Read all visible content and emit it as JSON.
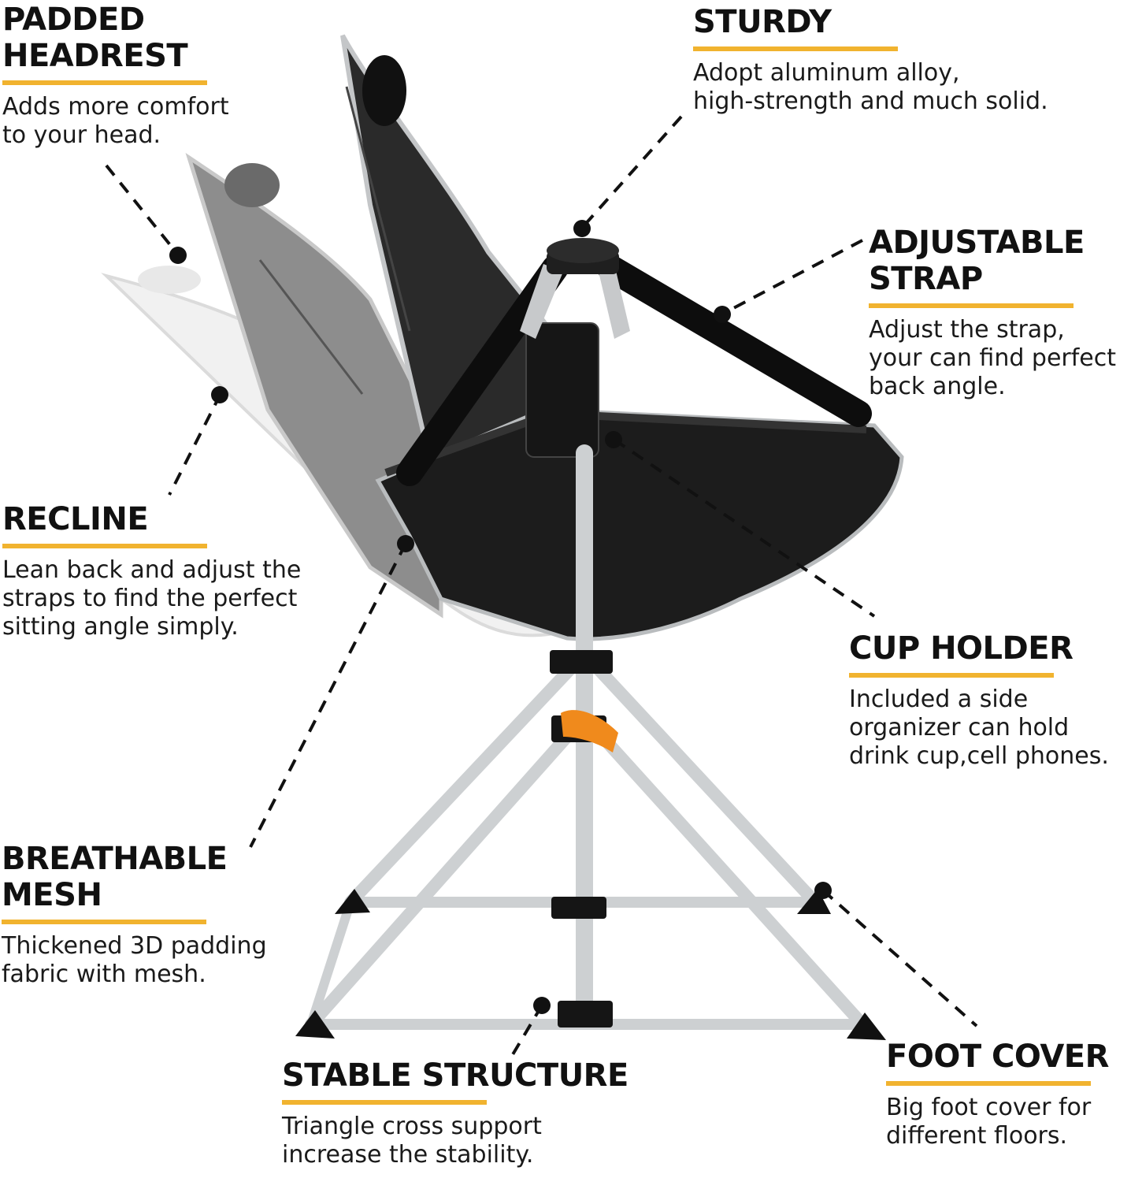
{
  "features": {
    "headrest": {
      "title": "PADDED\nHEADREST",
      "desc": "Adds more comfort\nto your head."
    },
    "sturdy": {
      "title": "STURDY",
      "desc": "Adopt  aluminum alloy,\nhigh-strength and much solid."
    },
    "strap": {
      "title": "ADJUSTABLE\nSTRAP",
      "desc": "Adjust the strap,\nyour can find perfect\nback angle."
    },
    "recline": {
      "title": "RECLINE",
      "desc": "Lean back and adjust the\nstraps to find the perfect\nsitting angle simply."
    },
    "cup": {
      "title": "CUP HOLDER",
      "desc": "Included a side\norganizer can hold\ndrink cup,cell phones."
    },
    "mesh": {
      "title": "BREATHABLE\nMESH",
      "desc": "Thickened 3D padding\nfabric with mesh."
    },
    "stable": {
      "title": "STABLE STRUCTURE",
      "desc": "Triangle cross support\nincrease the stability."
    },
    "foot": {
      "title": "FOOT COVER",
      "desc": "Big foot cover for\ndifferent floors."
    }
  },
  "colors": {
    "accent_bar": "#f1b32f",
    "chair_fabric": "#1c1c1c",
    "frame": "#cfd2d4",
    "trim": "#b9bcbe",
    "buckle": "#f08a1c"
  }
}
